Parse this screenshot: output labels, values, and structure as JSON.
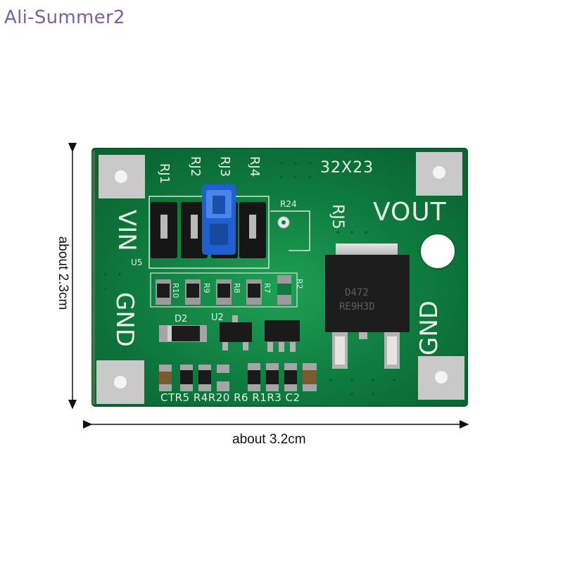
{
  "watermark": "Ali-Summer2",
  "dimensions": {
    "width_label": "about 3.2cm",
    "height_label": "about  2.3cm"
  },
  "board": {
    "size_marking": "32X23",
    "vout_label": "VOUT",
    "vin_label": "VIN",
    "gnd_left_label": "GND",
    "gnd_right_label": "GND",
    "jumper_labels": [
      "RJ1",
      "RJ2",
      "RJ3",
      "RJ4"
    ],
    "rj5_label": "RJ5",
    "r24_label": "R24",
    "u5_label": "U5",
    "d2_label": "D2",
    "u2_label": "U2",
    "resistor_labels": [
      "R10",
      "R9",
      "R8",
      "R7",
      "R2"
    ],
    "bottom_labels": "CTR5 R4R20  R6 R1R3  C2",
    "chip_marking_line1": "D472",
    "chip_marking_line2": "RE9H3D",
    "colors": {
      "pcb_green": "#0e7a3e",
      "silkscreen": "#e8efe6",
      "jumper_blue": "#1f5fd0",
      "pad_silver": "#c9c9c9"
    }
  }
}
